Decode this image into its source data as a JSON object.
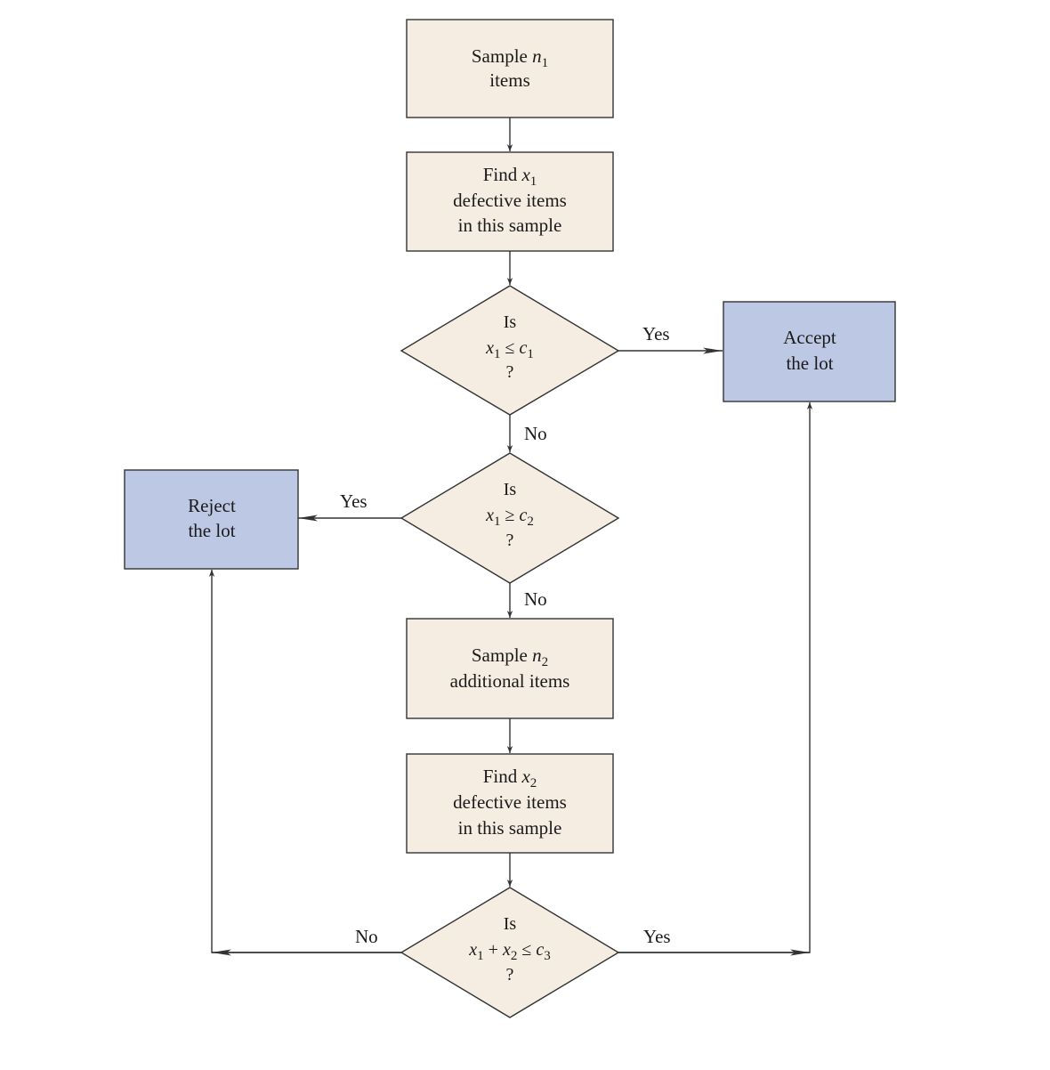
{
  "colors": {
    "process_fill": "#f5ede1",
    "outcome_fill": "#bcc8e4",
    "stroke": "#333333",
    "text": "#1a1a1a"
  },
  "nodes": {
    "sample1": {
      "word": "Sample",
      "var": "n",
      "sub": "1",
      "line2": "items"
    },
    "find1": {
      "word": "Find",
      "var": "x",
      "sub": "1",
      "line2": "defective items",
      "line3": "in this sample"
    },
    "decision1": {
      "line1": "Is",
      "lhs_var": "x",
      "lhs_sub": "1",
      "op": "≤",
      "rhs_var": "c",
      "rhs_sub": "1",
      "line3": "?"
    },
    "decision2": {
      "line1": "Is",
      "lhs_var": "x",
      "lhs_sub": "1",
      "op": "≥",
      "rhs_var": "c",
      "rhs_sub": "2",
      "line3": "?"
    },
    "sample2": {
      "word": "Sample",
      "var": "n",
      "sub": "2",
      "line2": "additional items"
    },
    "find2": {
      "word": "Find",
      "var": "x",
      "sub": "2",
      "line2": "defective items",
      "line3": "in this sample"
    },
    "decision3": {
      "line1": "Is",
      "a_var": "x",
      "a_sub": "1",
      "plus": "+",
      "b_var": "x",
      "b_sub": "2",
      "op": "≤",
      "rhs_var": "c",
      "rhs_sub": "3",
      "line3": "?"
    },
    "accept": {
      "line1": "Accept",
      "line2": "the lot"
    },
    "reject": {
      "line1": "Reject",
      "line2": "the lot"
    }
  },
  "edge_labels": {
    "d1_yes": "Yes",
    "d1_no": "No",
    "d2_yes": "Yes",
    "d2_no": "No",
    "d3_no": "No",
    "d3_yes": "Yes"
  }
}
